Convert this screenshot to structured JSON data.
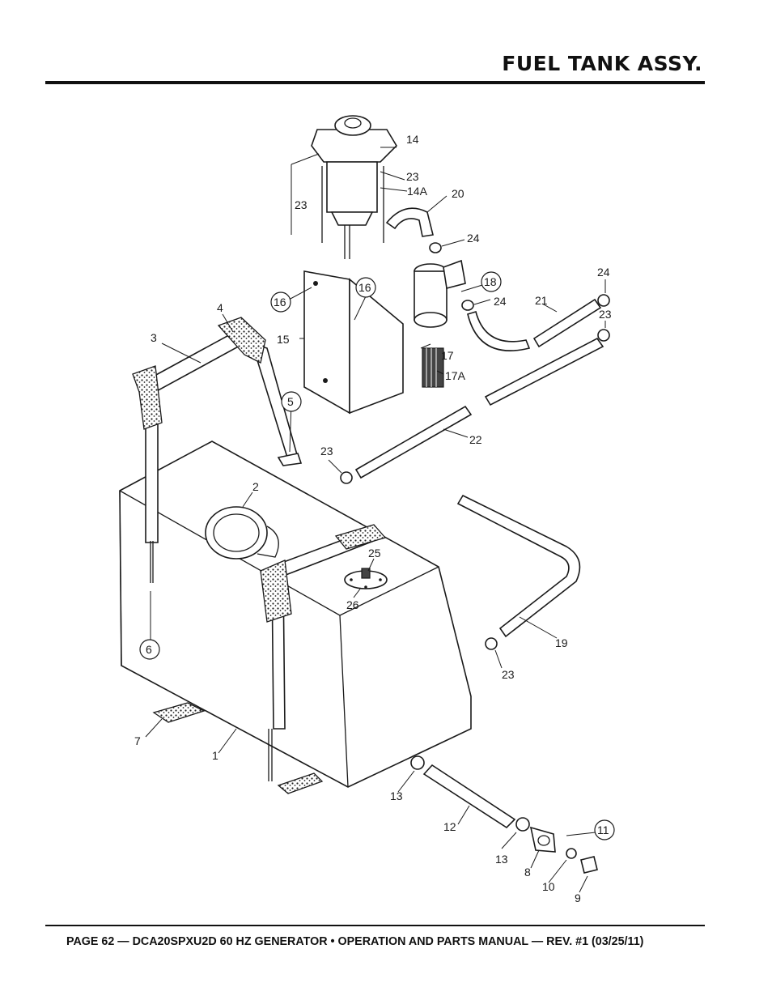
{
  "header": {
    "title": "FUEL TANK ASSY."
  },
  "footer": {
    "text": "PAGE 62 — DCA20SPXU2D 60 HZ GENERATOR • OPERATION AND PARTS MANUAL — REV. #1 (03/25/11)"
  },
  "callouts": {
    "c1": "1",
    "c2": "2",
    "c3": "3",
    "c4": "4",
    "c5": "5",
    "c6": "6",
    "c7": "7",
    "c8": "8",
    "c9": "9",
    "c10": "10",
    "c11": "11",
    "c12": "12",
    "c13a": "13",
    "c13b": "13",
    "c14": "14",
    "c14a": "14A",
    "c15": "15",
    "c16a": "16",
    "c16b": "16",
    "c17": "17",
    "c17a": "17A",
    "c18": "18",
    "c19": "19",
    "c20": "20",
    "c21": "21",
    "c22": "22",
    "c23a": "23",
    "c23b": "23",
    "c23c": "23",
    "c23d": "23",
    "c23e": "23",
    "c24a": "24",
    "c24b": "24",
    "c24c": "24",
    "c25": "25",
    "c26": "26"
  }
}
